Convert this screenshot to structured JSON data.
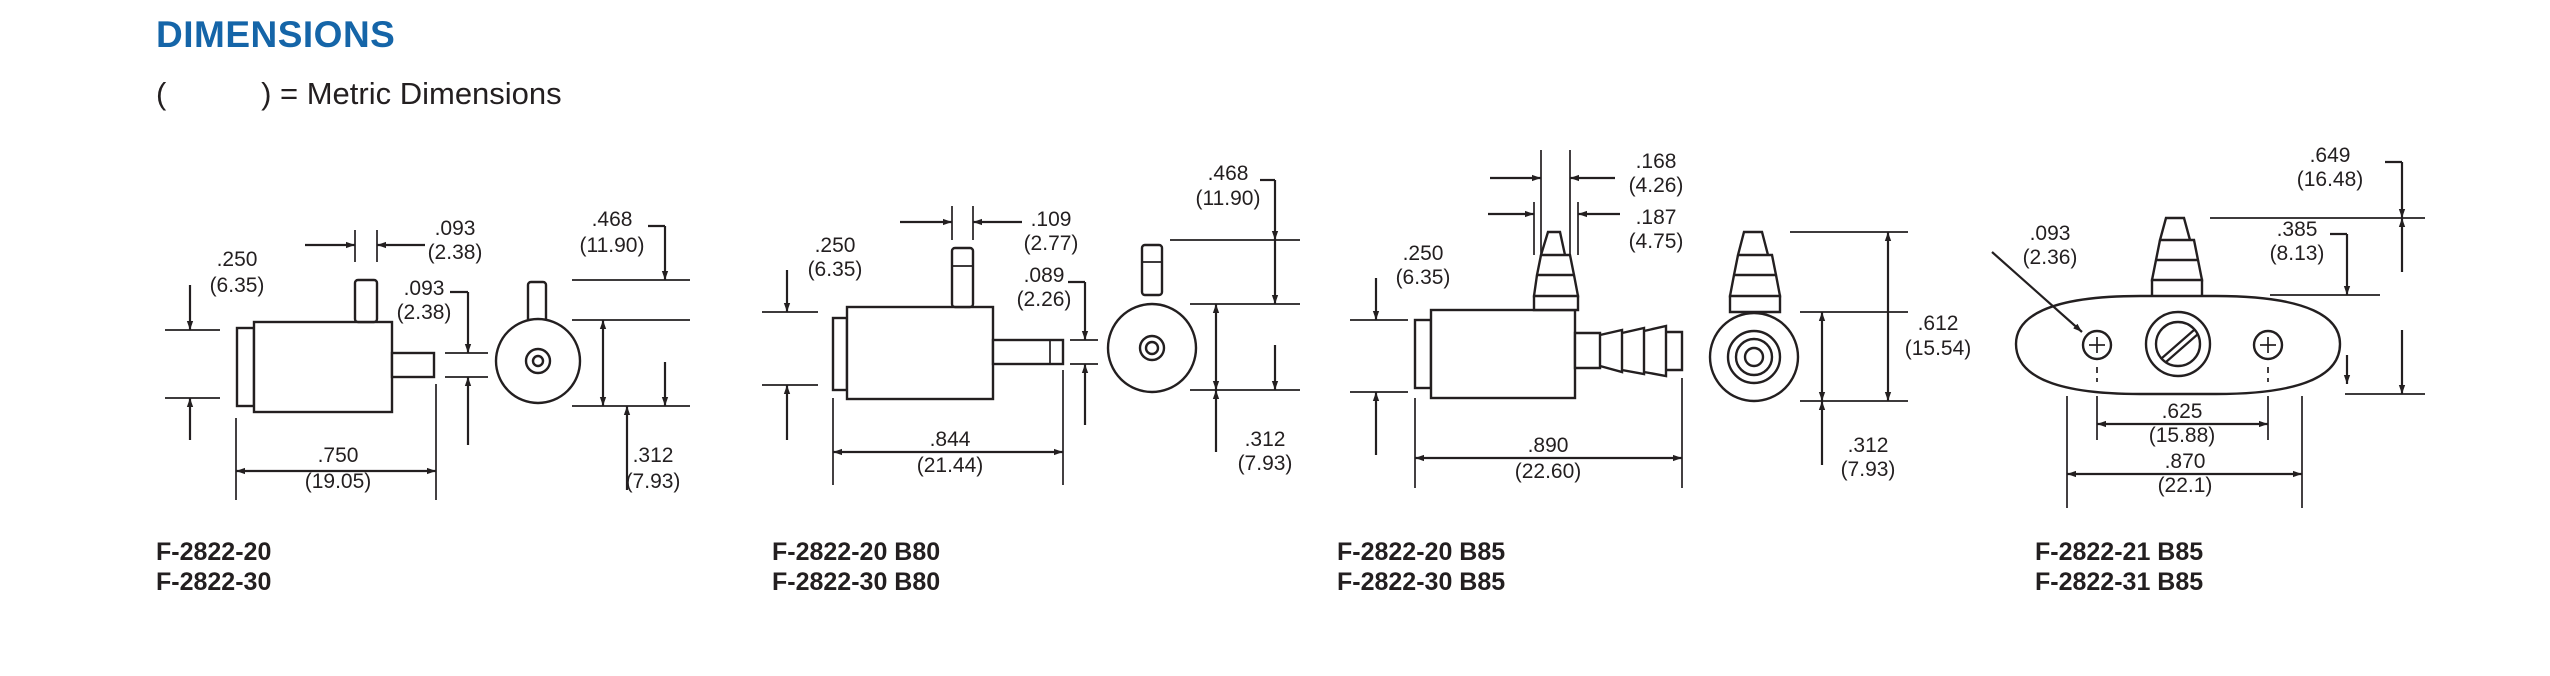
{
  "title": "DIMENSIONS",
  "subtitle": "(           ) = Metric Dimensions",
  "colors": {
    "heading": "#1565a8",
    "ink": "#231f20"
  },
  "figures": [
    {
      "models": [
        "F-2822-20",
        "F-2822-30"
      ],
      "dims": {
        "a_in": ".250",
        "a_mm": "(6.35)",
        "b_in": ".093",
        "b_mm": "(2.38)",
        "c_in": ".093",
        "c_mm": "(2.38)",
        "d_in": ".468",
        "d_mm": "(11.90)",
        "e_in": ".750",
        "e_mm": "(19.05)",
        "f_in": ".312",
        "f_mm": "(7.93)"
      }
    },
    {
      "models": [
        "F-2822-20 B80",
        "F-2822-30 B80"
      ],
      "dims": {
        "a_in": ".250",
        "a_mm": "(6.35)",
        "b_in": ".109",
        "b_mm": "(2.77)",
        "c_in": ".089",
        "c_mm": "(2.26)",
        "d_in": ".468",
        "d_mm": "(11.90)",
        "e_in": ".844",
        "e_mm": "(21.44)",
        "f_in": ".312",
        "f_mm": "(7.93)"
      }
    },
    {
      "models": [
        "F-2822-20 B85",
        "F-2822-30 B85"
      ],
      "dims": {
        "a_in": ".250",
        "a_mm": "(6.35)",
        "b_in": ".168",
        "b_mm": "(4.26)",
        "c_in": ".187",
        "c_mm": "(4.75)",
        "d_in": ".612",
        "d_mm": "(15.54)",
        "e_in": ".890",
        "e_mm": "(22.60)",
        "f_in": ".312",
        "f_mm": "(7.93)"
      }
    },
    {
      "models": [
        "F-2822-21 B85",
        "F-2822-31 B85"
      ],
      "dims": {
        "a_in": ".093",
        "a_mm": "(2.36)",
        "b_in": ".649",
        "b_mm": "(16.48)",
        "c_in": ".385",
        "c_mm": "(8.13)",
        "d_in": ".625",
        "d_mm": "(15.88)",
        "e_in": ".870",
        "e_mm": "(22.1)"
      }
    }
  ]
}
